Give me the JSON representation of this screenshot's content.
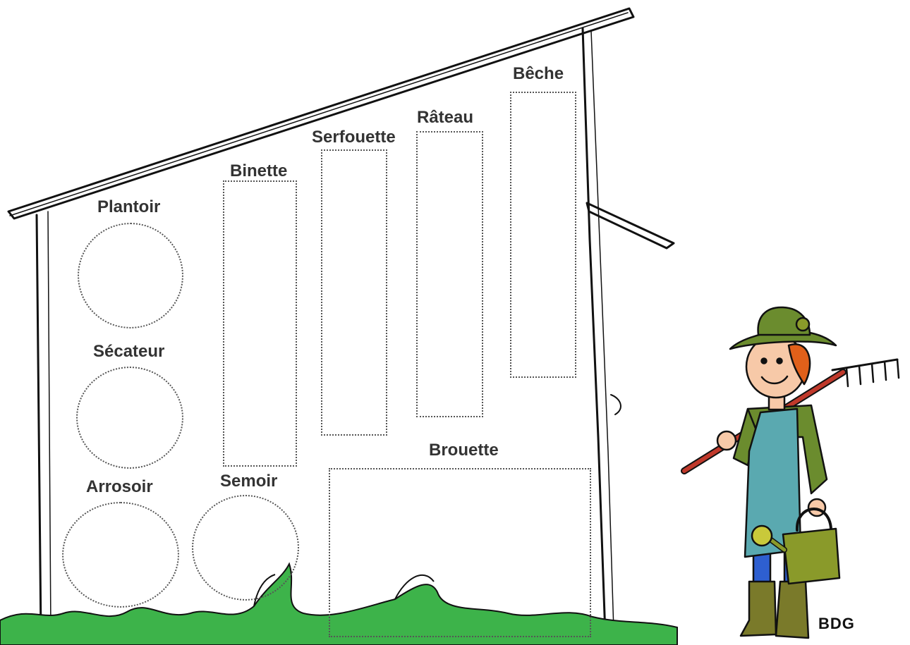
{
  "title": "",
  "colors": {
    "ink": "#111111",
    "dotted": "#555555",
    "grass": "#3db34a",
    "hat": "#6b8c2e",
    "apron": "#5aa9b0",
    "boots": "#7a7a2a",
    "rake_handle": "#c0392b",
    "hair": "#e0601a",
    "can": "#8a9a2a"
  },
  "shed": {
    "tools": [
      {
        "id": "plantoir",
        "label": "Plantoir",
        "shape": "circle"
      },
      {
        "id": "secateur",
        "label": "Sécateur",
        "shape": "circle"
      },
      {
        "id": "arrosoir",
        "label": "Arrosoir",
        "shape": "circle"
      },
      {
        "id": "semoir",
        "label": "Semoir",
        "shape": "circle"
      },
      {
        "id": "binette",
        "label": "Binette",
        "shape": "rect"
      },
      {
        "id": "serfouette",
        "label": "Serfouette",
        "shape": "rect"
      },
      {
        "id": "rateau",
        "label": "Râteau",
        "shape": "rect"
      },
      {
        "id": "beche",
        "label": "Bêche",
        "shape": "rect"
      },
      {
        "id": "brouette",
        "label": "Brouette",
        "shape": "rect"
      }
    ]
  },
  "gardener": {
    "icon": "gardener-with-rake-and-watering-can"
  },
  "signature": "BDG"
}
